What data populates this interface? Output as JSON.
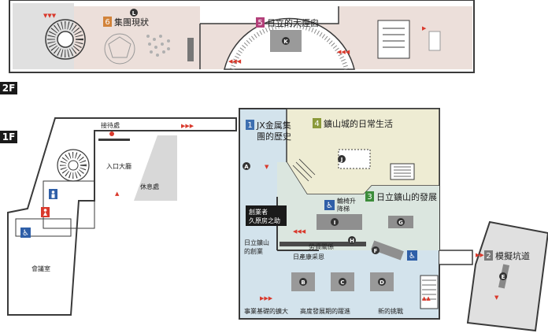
{
  "floors": {
    "upper": "2F",
    "lower": "1F"
  },
  "colors": {
    "zone_blue": "#d3e3ec",
    "zone_yellow": "#eeecd3",
    "zone_green": "#dbe6df",
    "zone_pink": "#ecdfda",
    "zone_gray": "#e0e0e0",
    "wall": "#3a3a3a",
    "badge_blue": "#3d6fb0",
    "badge_olive": "#8b9a3a",
    "badge_green": "#3c8c3a",
    "badge_orange": "#d2833a",
    "badge_magenta": "#b3407a",
    "arrow": "#d9392c"
  },
  "zones": [
    {
      "num": "1",
      "title": "JX金属集",
      "title2": "團的歷史",
      "color": "#3d6fb0"
    },
    {
      "num": "2",
      "title": "模擬坑道",
      "color": "#7a7a7a"
    },
    {
      "num": "3",
      "title": "日立鑛山的發展",
      "color": "#3c8c3a"
    },
    {
      "num": "4",
      "title": "鑛山城的日常生活",
      "color": "#8b9a3a"
    },
    {
      "num": "5",
      "title": "日立的大煙囪",
      "color": "#b3407a"
    },
    {
      "num": "6",
      "title": "集團現狀",
      "color": "#d2833a"
    }
  ],
  "labels": {
    "reception": "接待處",
    "entrance_hall": "入口大廳",
    "rest_area": "休息處",
    "meeting_room": "會議室",
    "wheelchair_lift_1": "輪椅升",
    "wheelchair_lift_2": "降梯",
    "founder_1": "創業者",
    "founder_2": "久原房之助",
    "hitachi_mine_1": "日立鑛山",
    "hitachi_mine_2": "的創業",
    "labor_relations": "勞資關係",
    "nissan_concept": "日產康采恩",
    "business_expansion": "事業基礎的擴大",
    "high_growth": "高度發展期的躍進",
    "new_challenge": "新的挑戰"
  },
  "markers": [
    "A",
    "B",
    "C",
    "D",
    "E",
    "F",
    "G",
    "H",
    "I",
    "J",
    "K",
    "L"
  ],
  "icons": {
    "wheelchair": "wheelchair-icon",
    "restroom_male": "restroom-male-icon",
    "restroom_female": "restroom-female-icon"
  }
}
